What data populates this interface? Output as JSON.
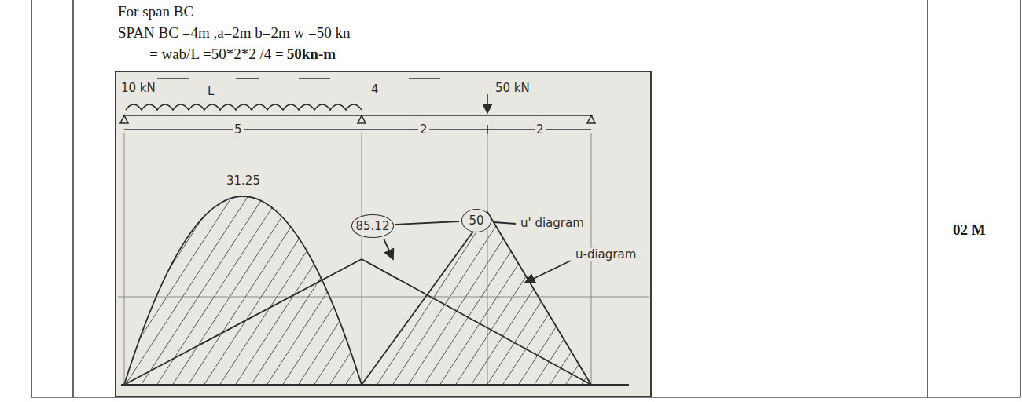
{
  "diagram": {
    "nodes": [
      {
        "text": [
          "85.12"
        ]
      },
      {
        "text": [
          "50"
        ]
      }
    ],
    "labels": [
      "For span BC",
      "SPAN BC =4m ,a=2m b=2m w =50 kn",
      "= wab/L =50*2*2 /4 =",
      "50kn-m",
      "10 kN",
      "L",
      "4",
      "50 kN",
      "5",
      "2",
      "2",
      "31.25",
      "u' diagram",
      "u-diagram",
      "02 M"
    ]
  }
}
